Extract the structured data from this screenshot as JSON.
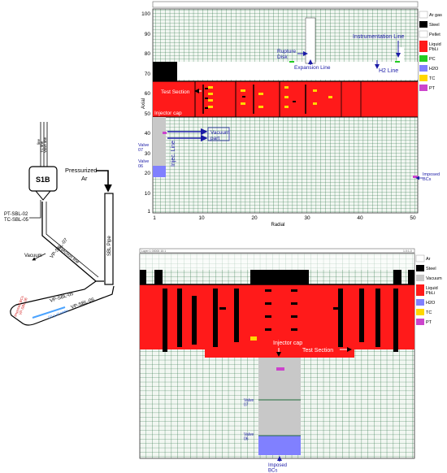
{
  "colors": {
    "grid": "#1f6b3a",
    "grid_bg": "#f2f7f2",
    "steel": "#000000",
    "liquid": "#ff1a1a",
    "pc": "#22cc22",
    "h2o": "#8080ff",
    "tc": "#ffd700",
    "pt": "#cc44cc",
    "vacuum": "#c8c8c8",
    "annotation": "#1a1aa6"
  },
  "schematic": {
    "tank_label": "S1B",
    "line_labels": [
      "line",
      "TC line",
      "Valve line"
    ],
    "pressurized_label": "Pressurized",
    "argon_label": "Ar",
    "pt_label": "PT-SBL-02",
    "tc_label": "TC-SBL-05",
    "vacuum_label": "Vacuum",
    "injection_line_label": "Injection line",
    "sbl_pipe_label": "SBL Pipe",
    "valve_07": "VP-SBL-07",
    "valve_05": "VP-SBL-05",
    "valve_06": "VP-SBL-06",
    "water_label": "50 g of water",
    "red_notes": [
      "Imposed BCs",
      "VP-SBL-06"
    ]
  },
  "top_grid": {
    "y_ticks": [
      "100",
      "90",
      "80",
      "70",
      "60",
      "50",
      "40",
      "30",
      "20",
      "10",
      "1"
    ],
    "x_ticks": [
      "1",
      "10",
      "20",
      "30",
      "40",
      "50"
    ],
    "ylabel": "Axial",
    "xlabel": "Radial",
    "labels": {
      "rupture_disk": "Rupture\nDisk",
      "expansion_line": "Expansion Line",
      "instrumentation_line": "Instrumentation Line",
      "h2_line": "H2 Line",
      "test_section": "Test Section",
      "injector_cap": "Injector cap",
      "vacuum_part": "Vacuum\npart",
      "injec_line": "Injec. Line",
      "valve_07": "Valve\n07",
      "valve_06": "Valve\n06",
      "imposed_bcs": "Imposed\nBCs"
    },
    "legend": [
      {
        "label": "Ar gas",
        "color": "#ffffff"
      },
      {
        "label": "Steel",
        "color": "#000000"
      },
      {
        "label": "Pellet",
        "color": "#ffffff"
      },
      {
        "label": "Liquid\nPbLi",
        "color": "#ff1a1a"
      },
      {
        "label": "PC",
        "color": "#22cc22"
      },
      {
        "label": "H2O",
        "color": "#8080ff"
      },
      {
        "label": "TC",
        "color": "#ffd700"
      },
      {
        "label": "PT",
        "color": "#cc44cc"
      }
    ]
  },
  "bottom_grid": {
    "header_left": "Layer 1 00000 10:1",
    "header_right": "1.0:1.0",
    "labels": {
      "injector_cap": "Injector cap",
      "test_section": "Test Section",
      "valve_07": "Valve\n07",
      "valve_06": "Valve\n06",
      "imposed_bcs": "Imposed\nBCs"
    },
    "legend": [
      {
        "label": "Ar",
        "color": "#ffffff"
      },
      {
        "label": "Steel",
        "color": "#000000"
      },
      {
        "label": "Vacuum",
        "color": "#c8c8c8"
      },
      {
        "label": "Liquid\nPbLi",
        "color": "#ff1a1a"
      },
      {
        "label": "H2O",
        "color": "#8080ff"
      },
      {
        "label": "TC",
        "color": "#ffd700"
      },
      {
        "label": "PT",
        "color": "#cc44cc"
      }
    ]
  }
}
